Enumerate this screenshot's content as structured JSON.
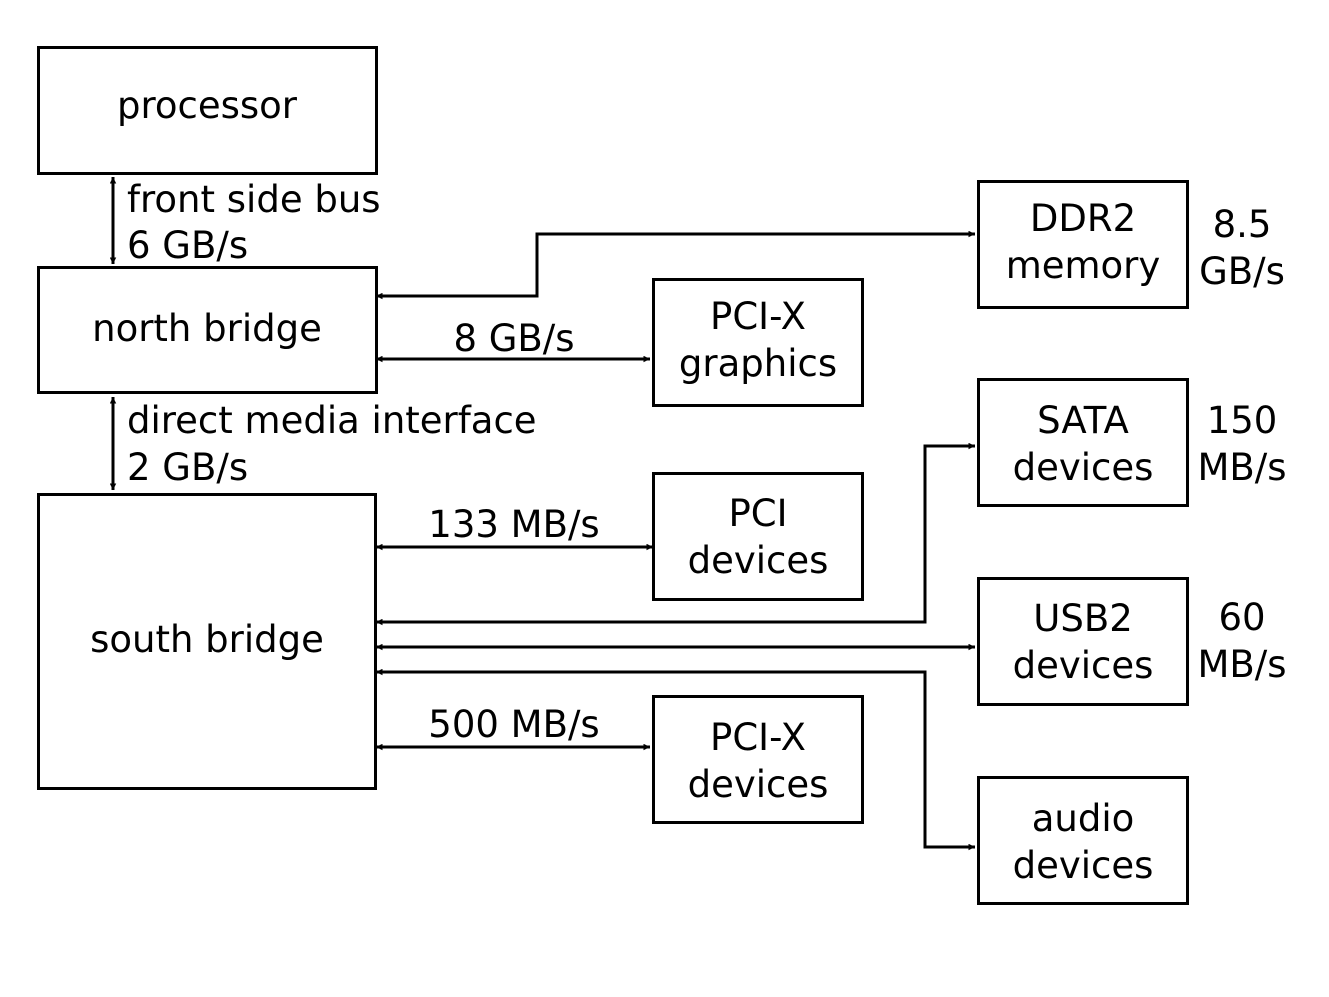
{
  "blocks": {
    "processor": [
      "processor"
    ],
    "north_bridge": [
      "north bridge"
    ],
    "south_bridge": [
      "south bridge"
    ],
    "ddr2_memory": [
      "DDR2",
      "memory"
    ],
    "pcix_graphics": [
      "PCI-X",
      "graphics"
    ],
    "sata_devices": [
      "SATA",
      "devices"
    ],
    "pci_devices": [
      "PCI",
      "devices"
    ],
    "usb2_devices": [
      "USB2",
      "devices"
    ],
    "pcix_devices": [
      "PCI-X",
      "devices"
    ],
    "audio_devices": [
      "audio",
      "devices"
    ]
  },
  "links": {
    "front_side_bus": [
      "front side bus",
      "6 GB/s"
    ],
    "direct_media_interface": [
      "direct media interface",
      "2 GB/s"
    ],
    "graphics_rate": "8 GB/s",
    "pci_rate": "133 MB/s",
    "pcix_rate": "500 MB/s",
    "memory_rate": [
      "8.5",
      "GB/s"
    ],
    "sata_rate": [
      "150",
      "MB/s"
    ],
    "usb2_rate": [
      "60",
      "MB/s"
    ]
  }
}
